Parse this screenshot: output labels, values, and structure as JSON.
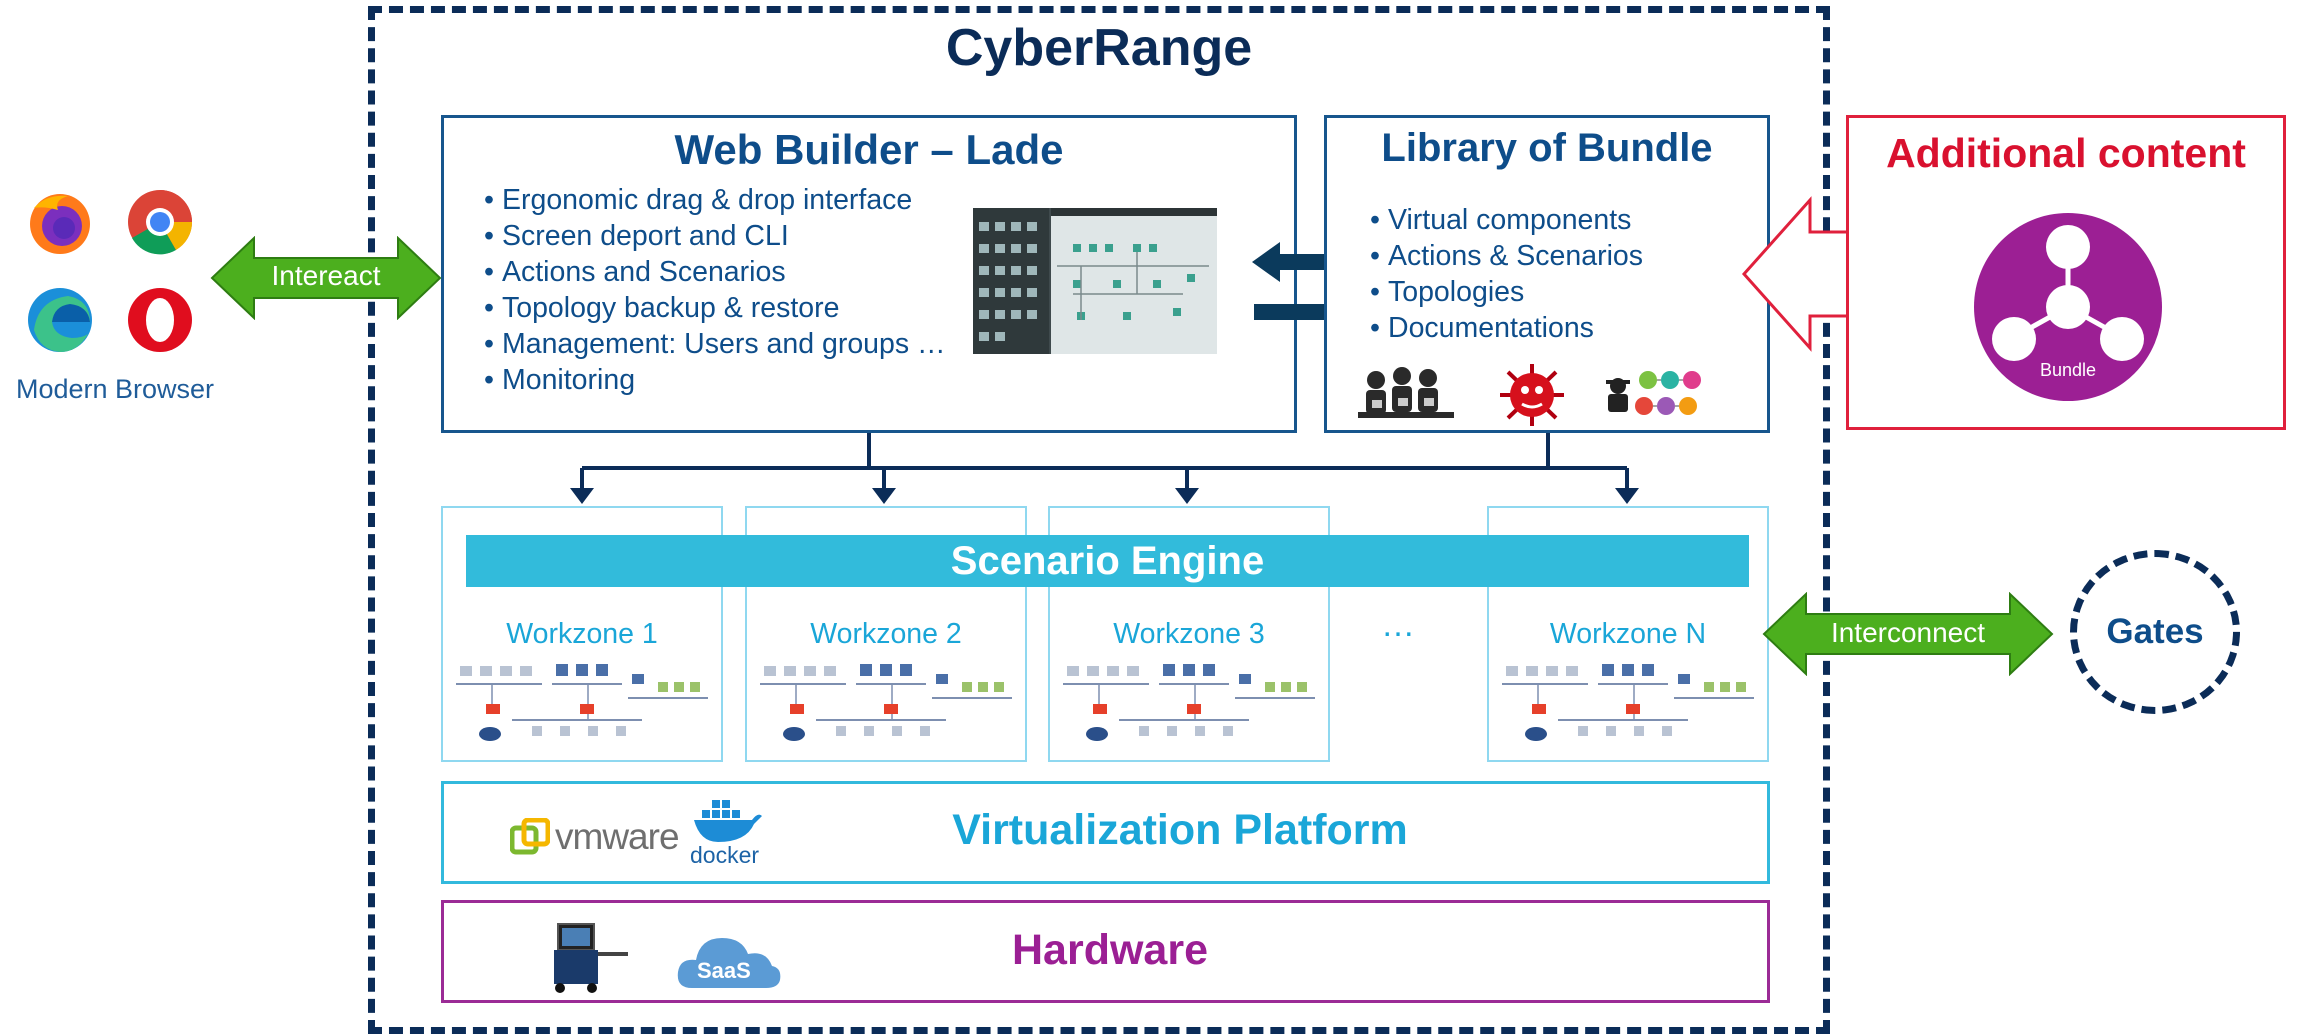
{
  "title": "CyberRange",
  "browser": {
    "label": "Modern Browser",
    "icons": [
      "firefox-icon",
      "chrome-icon",
      "edge-icon",
      "opera-icon"
    ]
  },
  "connectors": {
    "interact_label": "Intereact",
    "interconnect_label": "Interconnect"
  },
  "web_builder": {
    "title": "Web Builder – Lade",
    "features": [
      "Ergonomic drag & drop interface",
      "Screen deport and CLI",
      "Actions and Scenarios",
      "Topology backup & restore",
      "Management: Users and groups …",
      "Monitoring"
    ]
  },
  "library": {
    "title": "Library of Bundle",
    "items": [
      "Virtual components",
      "Actions & Scenarios",
      "Topologies",
      "Documentations"
    ]
  },
  "additional": {
    "title": "Additional  content",
    "bundle_label": "Bundle"
  },
  "scenario_engine": {
    "label": "Scenario Engine",
    "workzones": [
      "Workzone 1",
      "Workzone 2",
      "Workzone 3",
      "Workzone N"
    ],
    "ellipsis": "…"
  },
  "virtualization": {
    "label": "Virtualization  Platform",
    "vmware": "vmware",
    "docker": "docker"
  },
  "hardware": {
    "label": "Hardware",
    "saas": "SaaS"
  },
  "gates": {
    "label": "Gates"
  },
  "colors": {
    "navy": "#0b2c58",
    "blue": "#0e4d8a",
    "cyan": "#32bbdb",
    "green": "#4caf1e",
    "red": "#d9112f",
    "purple": "#9b1f94"
  }
}
